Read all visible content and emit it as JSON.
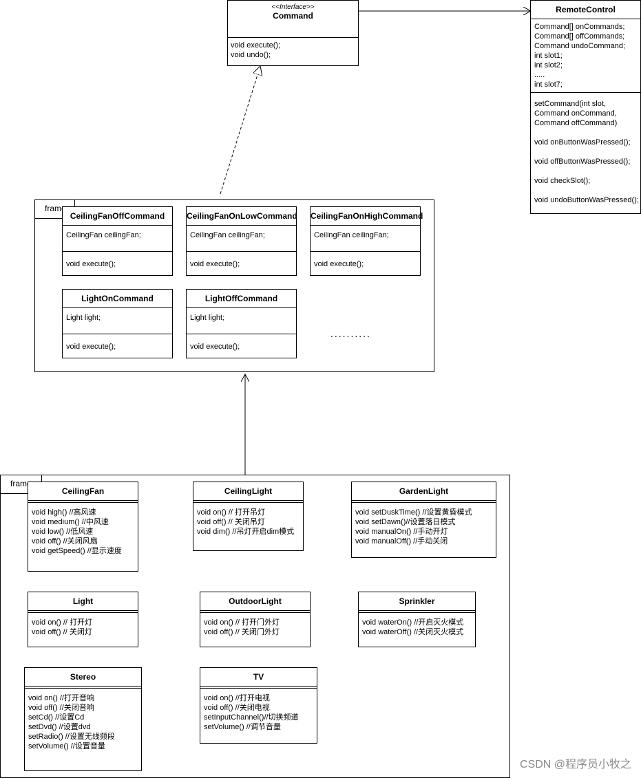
{
  "command": {
    "stereotype": "<<Interface>>",
    "name": "Command",
    "methods": "void execute();\nvoid undo();"
  },
  "remote": {
    "name": "RemoteControl",
    "fields": "Command[] onCommands;\nCommand[] offCommands;\nCommand undoCommand;\nint slot1;\nint slot2;\n.....\nint slot7;",
    "methods": "setCommand(int slot,\nCommand onCommand,\nCommand offCommand)\n\nvoid onButtonWasPressed();\n\nvoid offButtonWasPressed();\n\nvoid checkSlot();\n\nvoid undoButtonWasPressed();"
  },
  "frame_label": "frame",
  "commands": [
    {
      "name": "CeilingFanOffCommand",
      "field": "CeilingFan ceilingFan;",
      "method": "void execute();"
    },
    {
      "name": "CeilingFanOnLowCommand",
      "field": "CeilingFan ceilingFan;",
      "method": "void execute();"
    },
    {
      "name": "CeilingFanOnHighCommand",
      "field": "CeilingFan ceilingFan;",
      "method": "void execute();"
    },
    {
      "name": "LightOnCommand",
      "field": "Light light;",
      "method": "void execute();"
    },
    {
      "name": "LightOffCommand",
      "field": "Light light;",
      "method": "void execute();"
    }
  ],
  "ellipsis": "..........",
  "receivers": [
    {
      "name": "CeilingFan",
      "methods": "void high() //高风速\nvoid medium() //中风速\nvoid low() //低风速\nvoid off() //关闭风扇\nvoid getSpeed() //显示速度"
    },
    {
      "name": "CeilingLight",
      "methods": "void on() // 打开吊灯\nvoid off() // 关闭吊灯\nvoid dim() //吊灯开启dim模式"
    },
    {
      "name": "GardenLight",
      "methods": "void setDuskTime() //设置黄昏模式\nvoid setDawn()//设置落日模式\nvoid manualOn() //手动开灯\nvoid manualOff() //手动关闭"
    },
    {
      "name": "Light",
      "methods": "void on() // 打开灯\nvoid off() // 关闭灯"
    },
    {
      "name": "OutdoorLight",
      "methods": "void on() // 打开门外灯\nvoid off() // 关闭门外灯"
    },
    {
      "name": "Sprinkler",
      "methods": "void waterOn() //开启灭火模式\nvoid waterOff() //关闭灭火模式"
    },
    {
      "name": "Stereo",
      "methods": "void on() //打开音响\nvoid off() //关闭音响\nsetCd() //设置Cd\nsetDvd() //设置dvd\nsetRadio() //设置无线频段\nsetVolume() //设置音量"
    },
    {
      "name": "TV",
      "methods": "void on() //打开电视\nvoid off() //关闭电视\nsetInputChannel()//切换频道\nsetVolume() //调节音量"
    }
  ],
  "watermark": "CSDN @程序员小牧之"
}
